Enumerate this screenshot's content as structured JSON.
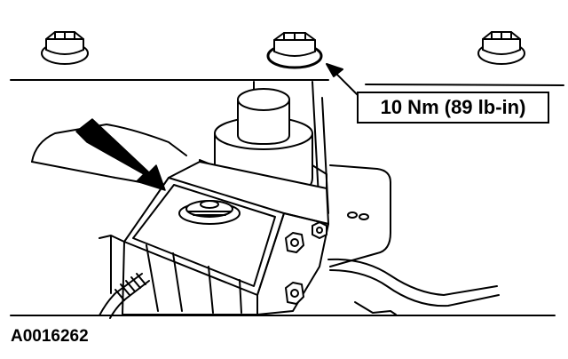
{
  "figure": {
    "torque_callout": "10 Nm (89 lb-in)",
    "figure_id": "A0016262"
  },
  "colors": {
    "line": "#000000",
    "background": "#ffffff"
  },
  "icons": [
    "hex-flange-nut",
    "pointer-arrow",
    "bold-arrow",
    "hydraulic-unit"
  ]
}
